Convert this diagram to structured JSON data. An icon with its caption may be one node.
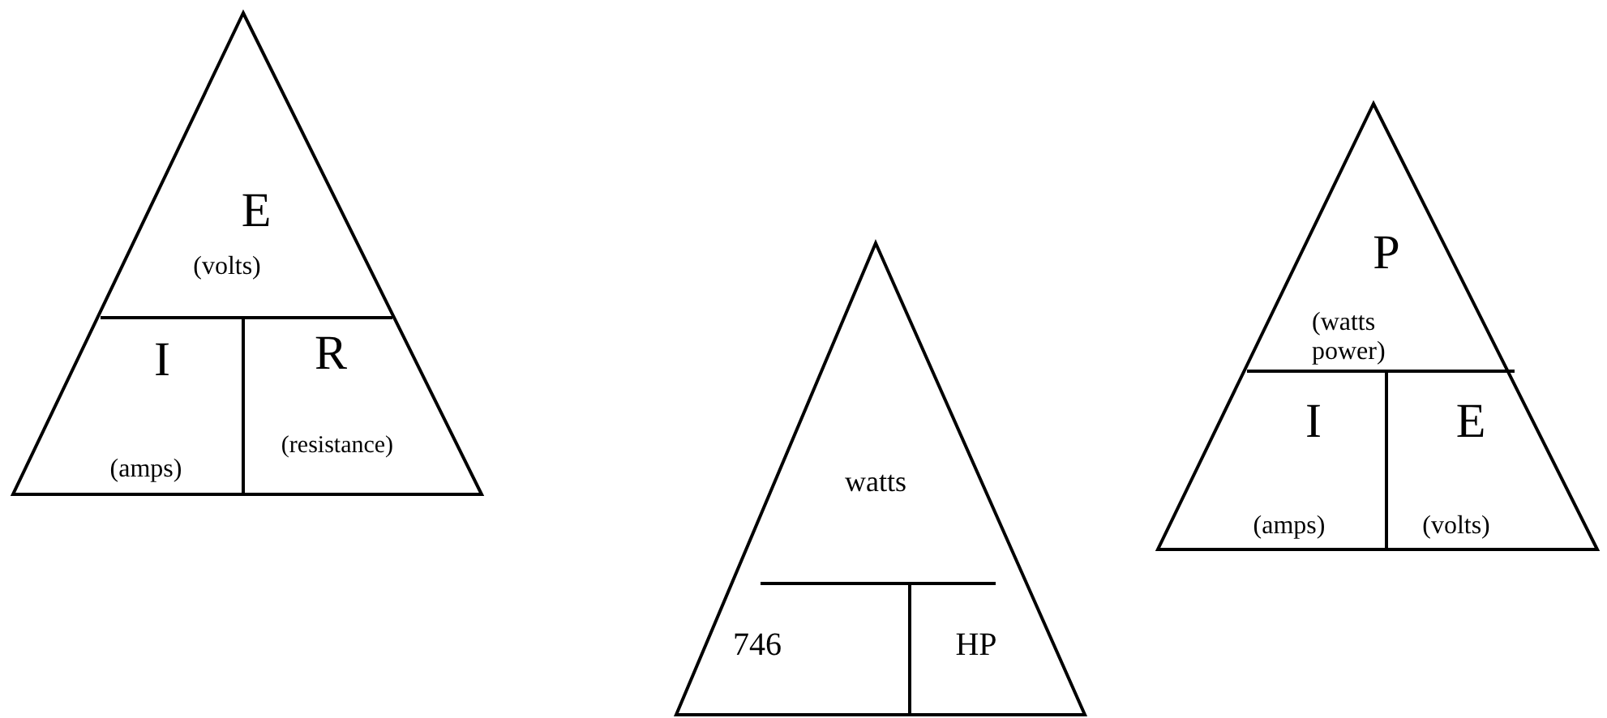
{
  "diagram": {
    "nodes": [
      {
        "text": [
          "E",
          "(volts)"
        ]
      },
      {
        "text": [
          "I",
          "(amps)"
        ]
      },
      {
        "text": [
          "R",
          "(resistance)"
        ]
      },
      {
        "text": [
          "watts"
        ]
      },
      {
        "text": [
          "746"
        ]
      },
      {
        "text": [
          "HP"
        ]
      },
      {
        "text": [
          "P",
          "(watts power)"
        ]
      },
      {
        "text": [
          "I",
          "(amps)"
        ]
      },
      {
        "text": [
          "E",
          "(volts)"
        ]
      }
    ]
  }
}
